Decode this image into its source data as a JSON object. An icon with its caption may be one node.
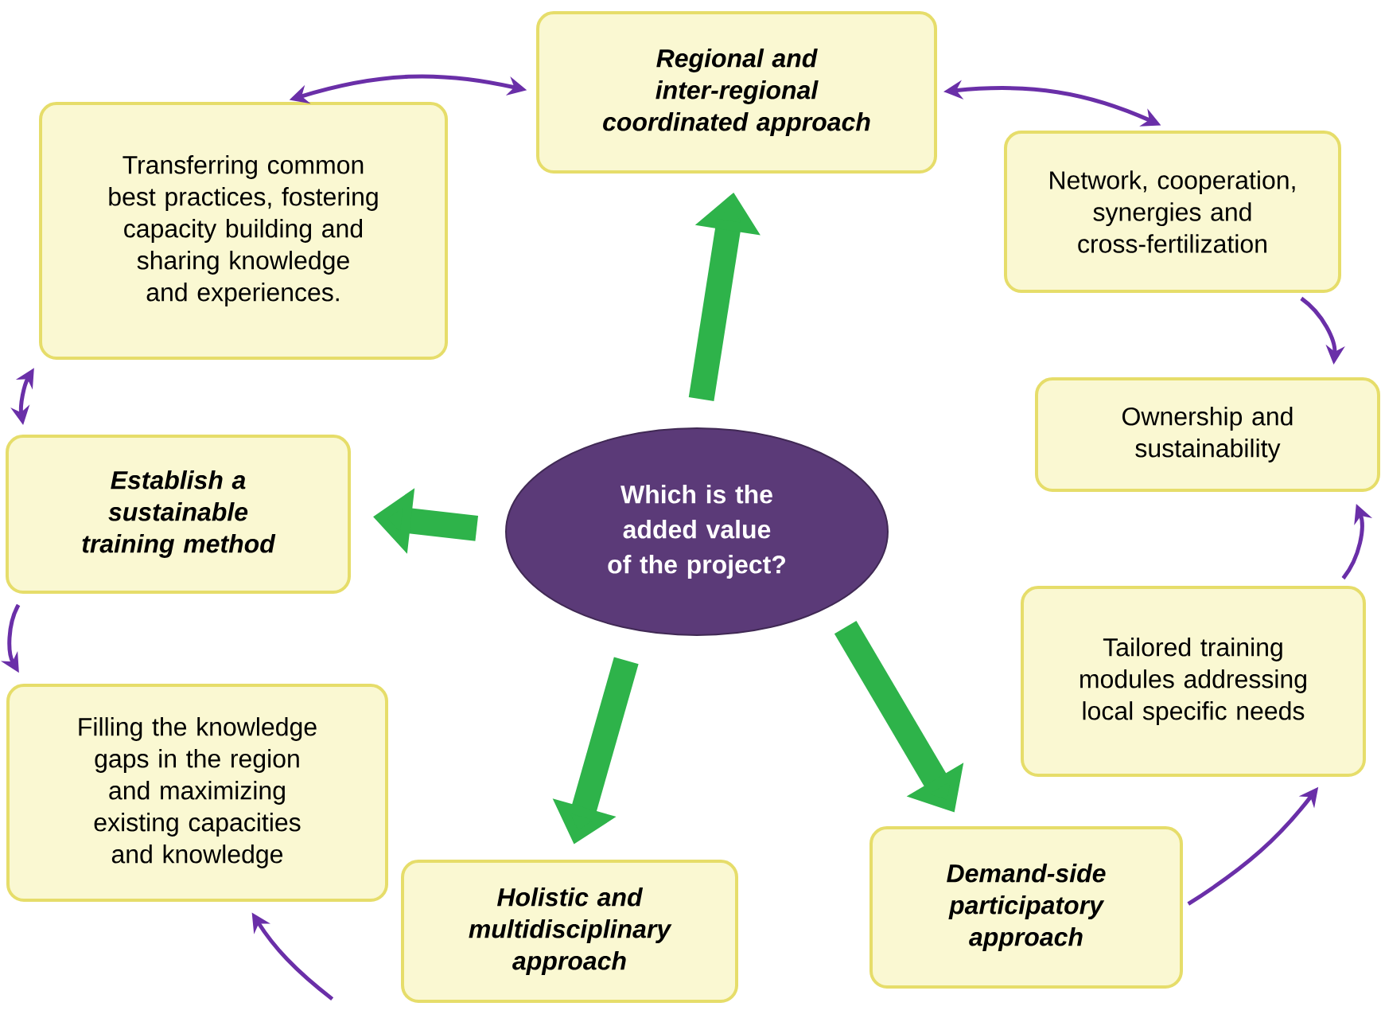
{
  "diagram": {
    "nodes": [
      {
        "text": [
          "Which is the added value of the project?"
        ]
      },
      {
        "text": [
          "Regional and inter-regional coordinated approach"
        ]
      },
      {
        "text": [
          "Network, cooperation, synergies and cross-fertilization"
        ]
      },
      {
        "text": [
          "Ownership and sustainability"
        ]
      },
      {
        "text": [
          "Tailored training modules addressing local specific needs"
        ]
      },
      {
        "text": [
          "Demand-side participatory approach"
        ]
      },
      {
        "text": [
          "Holistic and multidisciplinary approach"
        ]
      },
      {
        "text": [
          "Filling the knowledge gaps in the region and maximizing existing capacities and knowledge"
        ]
      },
      {
        "text": [
          "Establish a sustainable training method"
        ]
      },
      {
        "text": [
          "Transferring common best practices, fostering capacity building and sharing knowledge and experiences."
        ]
      }
    ],
    "edges": [
      {
        "from": 0,
        "to": 1,
        "arrow": "to",
        "style": "thick",
        "color": "#2eb34a"
      },
      {
        "from": 0,
        "to": 8,
        "arrow": "to",
        "style": "thick",
        "color": "#2eb34a"
      },
      {
        "from": 0,
        "to": 6,
        "arrow": "to",
        "style": "thick",
        "color": "#2eb34a"
      },
      {
        "from": 0,
        "to": 5,
        "arrow": "to",
        "style": "thick",
        "color": "#2eb34a"
      },
      {
        "from": 9,
        "to": 1,
        "arrow": "both"
      },
      {
        "from": 1,
        "to": 2,
        "arrow": "both"
      },
      {
        "from": 2,
        "to": 3,
        "arrow": "to"
      },
      {
        "from": 4,
        "to": 3,
        "arrow": "to"
      },
      {
        "from": 5,
        "to": 4,
        "arrow": "to"
      },
      {
        "from": 6,
        "to": 7,
        "arrow": "to"
      },
      {
        "from": 8,
        "to": 7,
        "arrow": "to"
      },
      {
        "from": 9,
        "to": 8,
        "arrow": "both"
      }
    ]
  }
}
